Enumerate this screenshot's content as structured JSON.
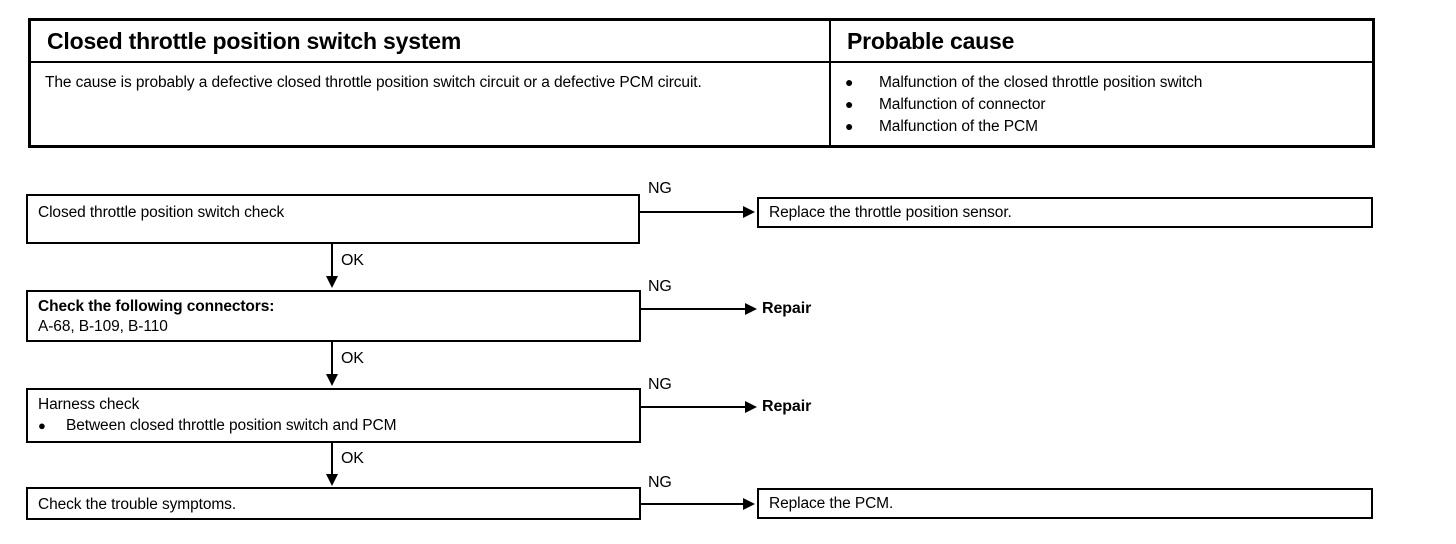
{
  "symptom_table": {
    "headers": {
      "left": "Closed throttle position switch system",
      "right": "Probable cause"
    },
    "cause_description": "The cause is probably a defective closed throttle position switch circuit or a defective PCM circuit.",
    "probable_causes": [
      "Malfunction of the closed throttle position switch",
      "Malfunction of connector",
      "Malfunction of the PCM"
    ],
    "bullet_glyph": "●"
  },
  "flowchart": {
    "branch_label_ng": "NG",
    "branch_label_ok": "OK",
    "steps": [
      {
        "title": "Closed throttle position switch check",
        "title_bold": false,
        "detail": "",
        "ng_result": "Replace the throttle position sensor.",
        "ng_result_boxed": true
      },
      {
        "title": "Check the following connectors:",
        "title_bold": true,
        "detail": "A-68, B-109, B-110",
        "ng_result": "Repair",
        "ng_result_boxed": false
      },
      {
        "title": "Harness check",
        "title_bold": false,
        "detail": "Between closed throttle position switch and PCM",
        "detail_bulleted": true,
        "ng_result": "Repair",
        "ng_result_boxed": false
      },
      {
        "title": "Check the trouble symptoms.",
        "title_bold": false,
        "detail": "",
        "ng_result": "Replace the PCM.",
        "ng_result_boxed": true
      }
    ],
    "bullet_glyph": "●"
  }
}
